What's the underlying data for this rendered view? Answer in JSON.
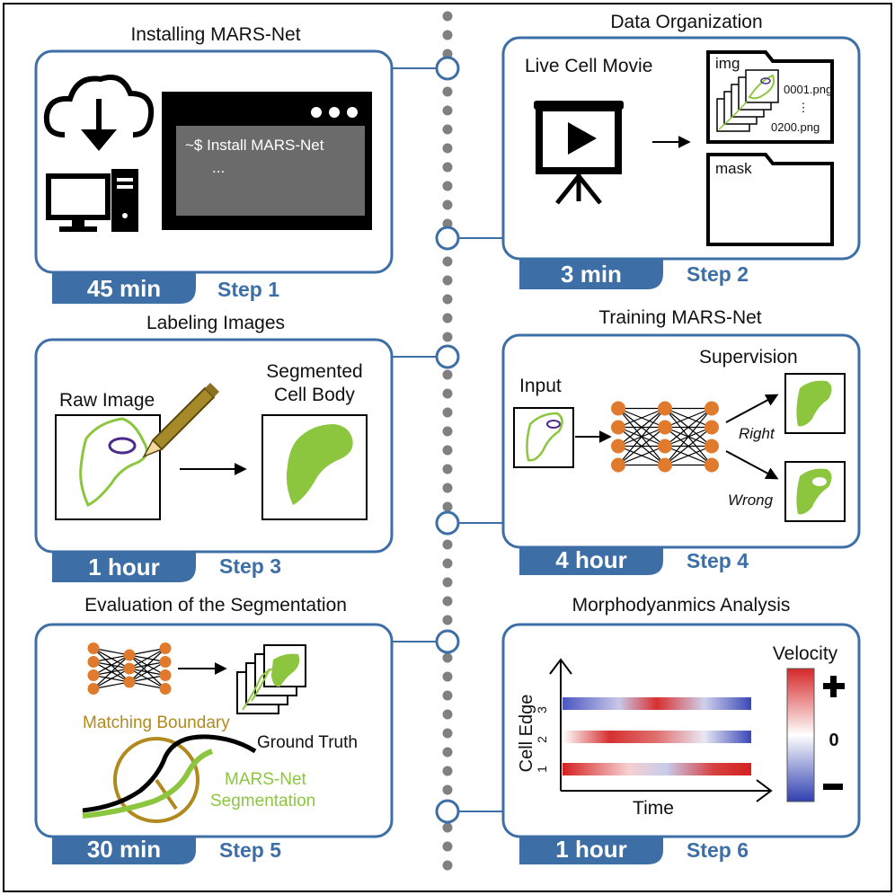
{
  "colors": {
    "panel_border": "#3d6fa6",
    "badge_fill": "#3d6fa6",
    "step_text": "#3d6fa6",
    "cell_green": "#8cc63f",
    "node_orange": "#e07b2e",
    "boundary_gold": "#b08a1e",
    "nucleus_purple": "#4b2a8a"
  },
  "steps": [
    {
      "title": "Installing MARS-Net",
      "time": "45 min",
      "step": "Step 1",
      "terminal": {
        "command": "~$ Install MARS-Net",
        "ellipsis": "..."
      },
      "icons": [
        "cloud-download-icon",
        "desktop-computer-icon"
      ]
    },
    {
      "title": "Data Organization",
      "time": "3 min",
      "step": "Step 2",
      "movie_label": "Live Cell Movie",
      "img_folder": "img",
      "mask_folder": "mask",
      "file_first": "0001.png",
      "file_dots": "⋮",
      "file_last": "0200.png"
    },
    {
      "title": "Labeling Images",
      "time": "1 hour",
      "step": "Step 3",
      "raw_label": "Raw Image",
      "seg_label_1": "Segmented",
      "seg_label_2": "Cell Body"
    },
    {
      "title": "Training MARS-Net",
      "time": "4 hour",
      "step": "Step 4",
      "input_label": "Input",
      "supervision_label": "Supervision",
      "right_label": "Right",
      "wrong_label": "Wrong"
    },
    {
      "title": "Evaluation of the Segmentation",
      "time": "30 min",
      "step": "Step 5",
      "boundary_label": "Matching Boundary",
      "ground_truth_label": "Ground Truth",
      "seg_label_1": "MARS-Net",
      "seg_label_2": "Segmentation"
    },
    {
      "title": "Morphodyanmics Analysis",
      "time": "1 hour",
      "step": "Step 6",
      "ylabel": "Cell Edge",
      "xlabel": "Time",
      "yticks": [
        "3",
        "2",
        "1"
      ],
      "velocity_label": "Velocity",
      "plus": "+",
      "zero": "0",
      "minus": "−"
    }
  ]
}
